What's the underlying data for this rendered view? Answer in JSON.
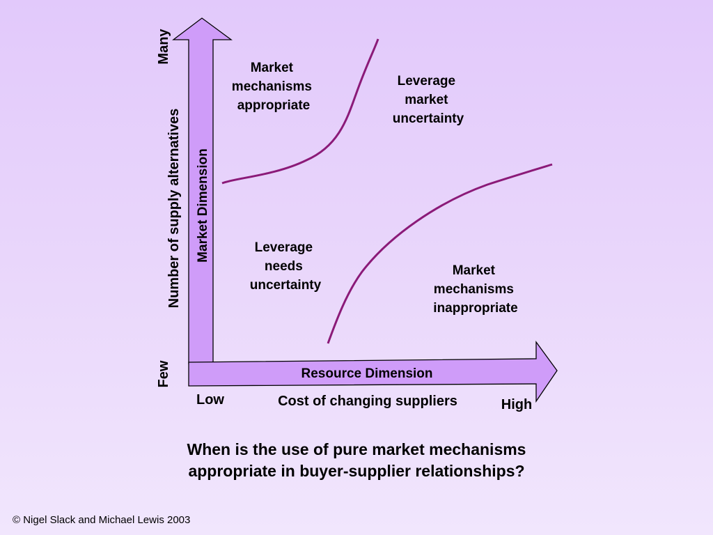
{
  "diagram": {
    "axes": {
      "vertical_axis_label": "Number of supply alternatives",
      "vertical_band_label": "Market Dimension",
      "vertical_top_label": "Many",
      "vertical_bottom_label": "Few",
      "horizontal_axis_label": "Cost of changing suppliers",
      "horizontal_band_label": "Resource Dimension",
      "horizontal_low_label": "Low",
      "horizontal_high_label": "High"
    },
    "regions": [
      {
        "id": "top-left",
        "lines": [
          "Market",
          "mechanisms",
          "appropriate"
        ]
      },
      {
        "id": "top-right",
        "lines": [
          "Leverage",
          "market",
          "uncertainty"
        ]
      },
      {
        "id": "bottom-left",
        "lines": [
          "Leverage",
          "needs",
          "uncertainty"
        ]
      },
      {
        "id": "bottom-right",
        "lines": [
          "Market",
          "mechanisms",
          "inappropriate"
        ]
      }
    ],
    "colors": {
      "arrow_fill": "#cf9cf9",
      "arrow_stroke": "#000000",
      "curve": "#8b1a78"
    }
  },
  "caption": {
    "line1": "When is the use of pure market mechanisms",
    "line2": "appropriate in buyer-supplier relationships?"
  },
  "footer": {
    "copyright": "© Nigel Slack and Michael Lewis 2003"
  }
}
